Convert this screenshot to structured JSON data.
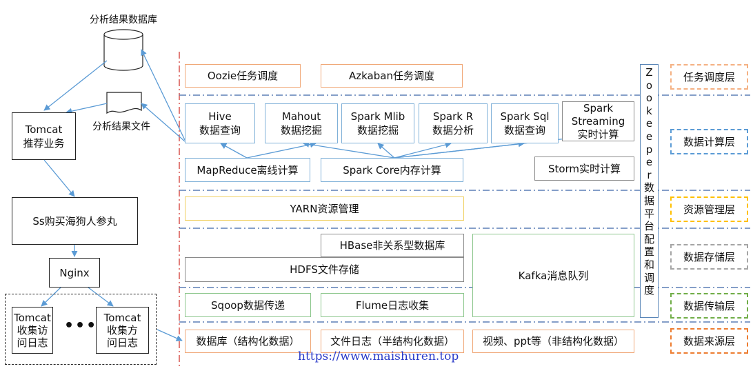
{
  "left": {
    "db_label": "分析结果数据库",
    "file_label": "分析结果文件",
    "tomcat_rec_line1": "Tomcat",
    "tomcat_rec_line2": "推荐业务",
    "ss_label": "Ss购买海狗人参丸",
    "nginx_label": "Nginx",
    "tomcat_log1_line1": "Tomcat",
    "tomcat_log1_line2": "收集访",
    "tomcat_log1_line3": "问日志",
    "ellipsis": "•••",
    "tomcat_log2_line1": "Tomcat",
    "tomcat_log2_line2": "收集方",
    "tomcat_log2_line3": "问日志"
  },
  "platform": {
    "oozie": "Oozie任务调度",
    "azkaban": "Azkaban任务调度",
    "hive_l1": "Hive",
    "hive_l2": "数据查询",
    "mahout_l1": "Mahout",
    "mahout_l2": "数据挖掘",
    "sparkmlib_l1": "Spark Mlib",
    "sparkmlib_l2": "数据挖掘",
    "sparkr_l1": "Spark R",
    "sparkr_l2": "数据分析",
    "sparksql_l1": "Spark Sql",
    "sparksql_l2": "数据查询",
    "streaming_l1": "Spark",
    "streaming_l2": "Streaming",
    "streaming_l3": "实时计算",
    "mapreduce": "MapReduce离线计算",
    "sparkcore": "Spark Core内存计算",
    "storm": "Storm实时计算",
    "yarn": "YARN资源管理",
    "hbase": "HBase非关系型数据库",
    "hdfs": "HDFS文件存储",
    "kafka": "Kafka消息队列",
    "sqoop": "Sqoop数据传递",
    "flume": "Flume日志收集",
    "src_db": "数据库（结构化数据）",
    "src_log": "文件日志（半结构化数据）",
    "src_video": "视频、ppt等（非结构化数据）"
  },
  "zookeeper": [
    "Z",
    "o",
    "o",
    "k",
    "e",
    "e",
    "p",
    "e",
    "r",
    "数",
    "据",
    "平",
    "台",
    "配",
    "置",
    "和",
    "调",
    "度"
  ],
  "layers": {
    "schedule": "任务调度层",
    "compute": "数据计算层",
    "resource": "资源管理层",
    "storage": "数据存储层",
    "transport": "数据传输层",
    "source": "数据来源层"
  },
  "colors": {
    "arrow": "#5b9bd5",
    "dash_red": "#d9534f",
    "dash_blue": "#5b7fb5",
    "layer_schedule": "#f4b183",
    "layer_compute": "#5b9bd5",
    "layer_resource": "#ffc000",
    "layer_storage": "#a5a5a5",
    "layer_transport": "#70ad47",
    "layer_source": "#ed7d31"
  },
  "watermark": "https://www.maishuren.top"
}
